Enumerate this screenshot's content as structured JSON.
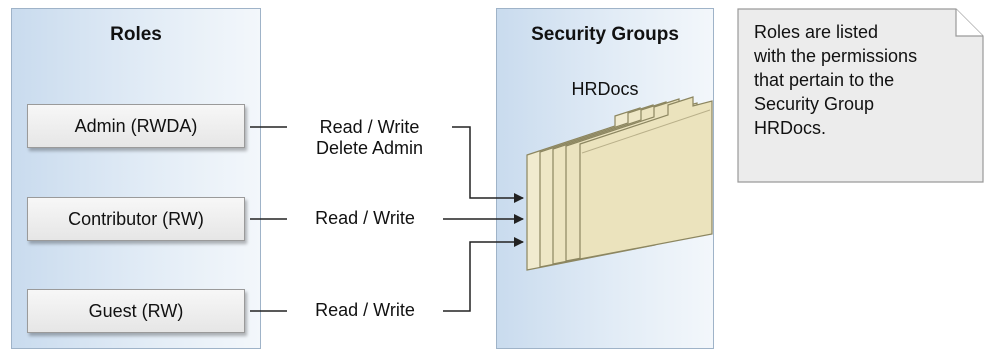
{
  "roles_panel": {
    "title": "Roles",
    "roles": [
      {
        "label": "Admin (RWDA)",
        "permissions": [
          "Read / Write",
          "Delete Admin"
        ]
      },
      {
        "label": "Contributor (RW)",
        "permissions": [
          "Read / Write"
        ]
      },
      {
        "label": "Guest (RW)",
        "permissions": [
          "Read / Write"
        ]
      }
    ]
  },
  "security_panel": {
    "title": "Security Groups",
    "group_name": "HRDocs"
  },
  "note": {
    "text_lines": [
      "Roles are listed",
      "with the permissions",
      "that pertain to the",
      "Security Group",
      "HRDocs."
    ]
  },
  "colors": {
    "panel_gradient_start": "#c9dbee",
    "panel_border": "#9fb3c8",
    "folder_fill": "#eee7c4",
    "folder_stroke": "#8c8660",
    "note_fill": "#ececec",
    "connector": "#222222"
  },
  "icons": {
    "folder_stack": "folder-stack-icon",
    "arrow": "arrow-right-icon",
    "note": "dog-eared-note-icon"
  }
}
